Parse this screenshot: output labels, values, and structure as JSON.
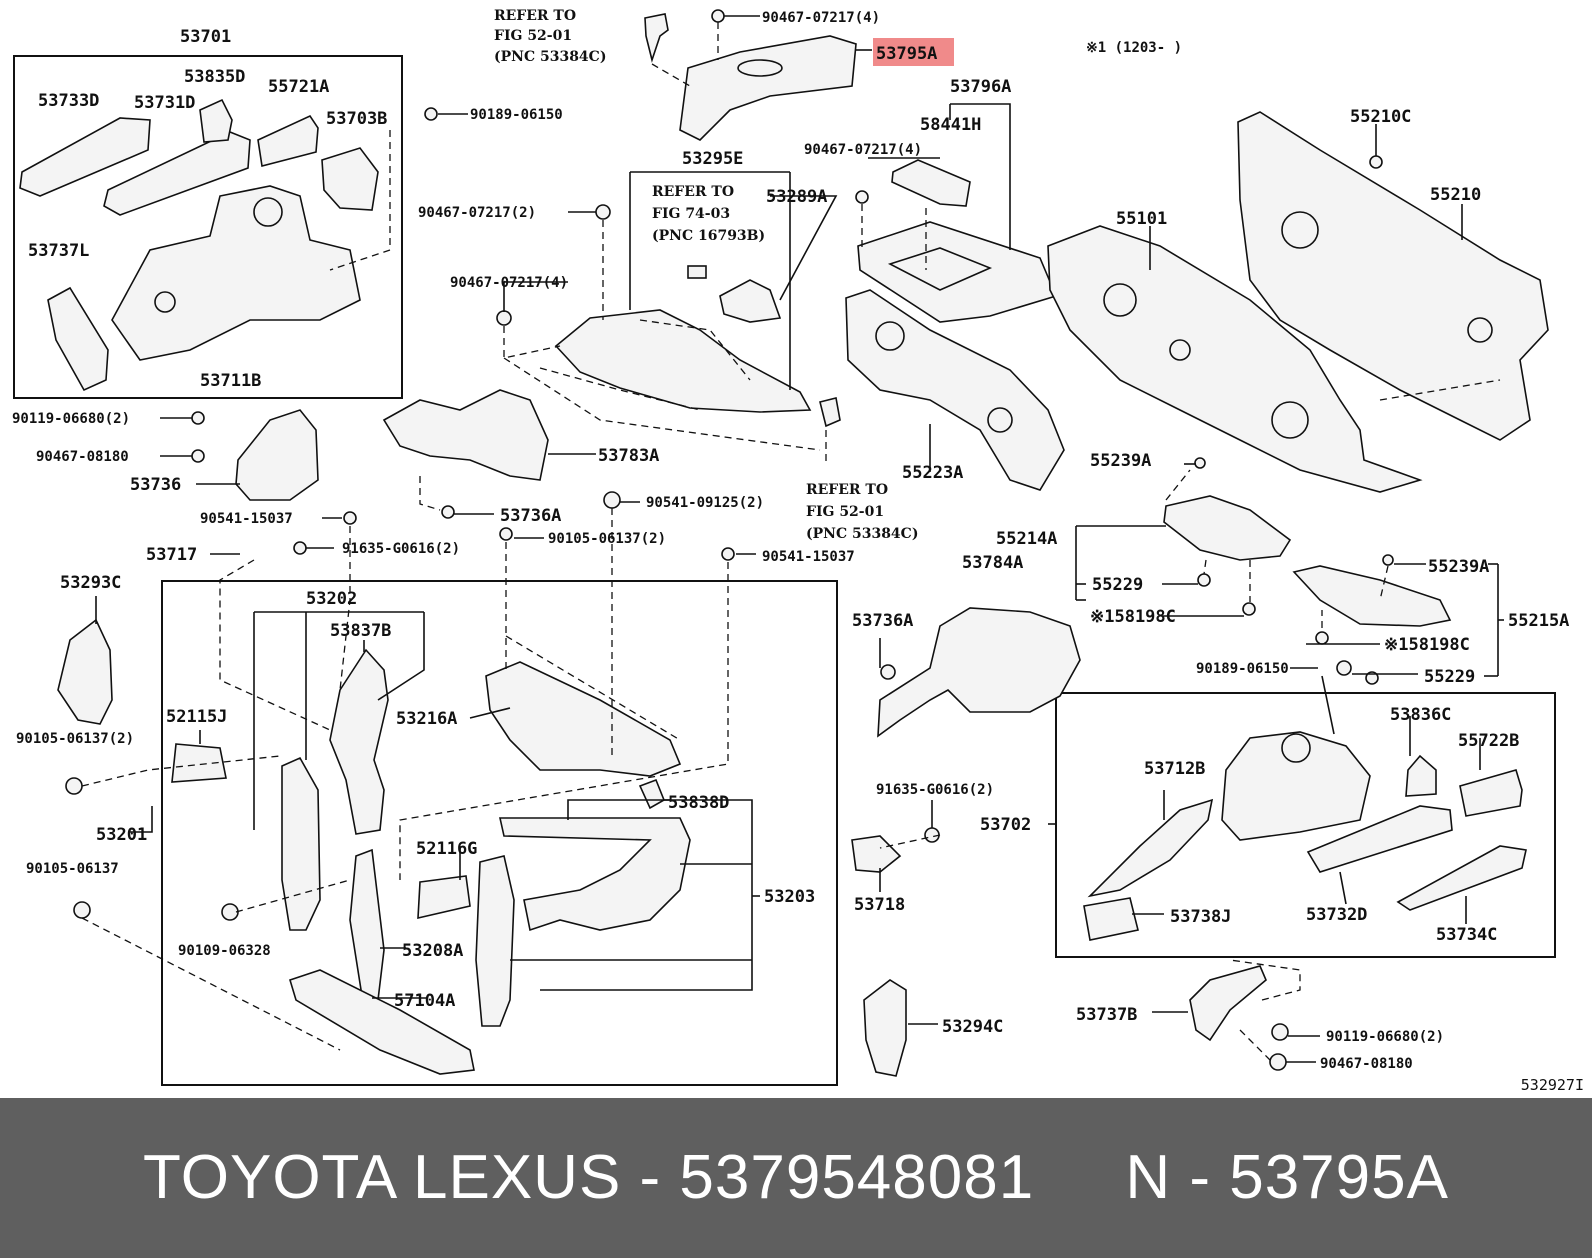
{
  "banner": {
    "text": "TOYOTA LEXUS - 5379548081     N - 53795A"
  },
  "figure_code": "532927I",
  "note": "※1 (1203-     )",
  "highlight_color": "#f08a8a",
  "labels": {
    "p53701": "53701",
    "p53835D": "53835D",
    "p53733D": "53733D",
    "p53731D": "53731D",
    "p55721A": "55721A",
    "p53703B": "53703B",
    "p53737L": "53737L",
    "p53711B": "53711B",
    "n90189_06150_a": "90189-06150",
    "refer1_l1": "REFER TO",
    "refer1_l2": "FIG 52-01",
    "refer1_l3": "(PNC 53384C)",
    "n90467_07217_4a": "90467-07217(4)",
    "p53795A": "53795A",
    "p53796A": "53796A",
    "p58441H": "58441H",
    "n90467_07217_4b": "90467-07217(4)",
    "p53295E": "53295E",
    "refer2_l1": "REFER TO",
    "refer2_l2": "FIG 74-03",
    "refer2_l3": "(PNC 16793B)",
    "p53289A": "53289A",
    "n90467_07217_2": "90467-07217(2)",
    "n90467_07217_4c": "90467-07217(4)",
    "p55210C": "55210C",
    "p55210": "55210",
    "p55101": "55101",
    "n90119_06680_2a": "90119-06680(2)",
    "n90467_08180_a": "90467-08180",
    "p53736": "53736",
    "p53783A": "53783A",
    "p55223A": "55223A",
    "refer3_l1": "REFER TO",
    "refer3_l2": "FIG 52-01",
    "refer3_l3": "(PNC 53384C)",
    "p53736A_a": "53736A",
    "n90541_09125_2": "90541-09125(2)",
    "n90541_15037_a": "90541-15037",
    "n90105_06137_2a": "90105-06137(2)",
    "p53717": "53717",
    "n91635_G0616_2a": "91635-G0616(2)",
    "n90541_15037_b": "90541-15037",
    "p55239A_a": "55239A",
    "p55214A": "55214A",
    "p53784A": "53784A",
    "p55229_a": "55229",
    "p58198C_a": "※158198C",
    "p55239A_b": "55239A",
    "p55215A": "55215A",
    "p58198C_b": "※158198C",
    "n90189_06150_b": "90189-06150",
    "p55229_b": "55229",
    "p53293C": "53293C",
    "p53202": "53202",
    "p53837B": "53837B",
    "p53736A_b": "53736A",
    "p52115J": "52115J",
    "p53216A": "53216A",
    "n90105_06137_2b": "90105-06137(2)",
    "p53201": "53201",
    "p53838D": "53838D",
    "p52116G": "52116G",
    "n90105_06137": "90105-06137",
    "p53203": "53203",
    "n90109_06328": "90109-06328",
    "p53208A": "53208A",
    "p57104A": "57104A",
    "n91635_G0616_2b": "91635-G0616(2)",
    "p53718": "53718",
    "p53836C": "53836C",
    "p55722B": "55722B",
    "p53712B": "53712B",
    "p53702": "53702",
    "p53738J": "53738J",
    "p53732D": "53732D",
    "p53734C": "53734C",
    "p53294C": "53294C",
    "p53737B": "53737B",
    "n90119_06680_2b": "90119-06680(2)",
    "n90467_08180_b": "90467-08180"
  }
}
